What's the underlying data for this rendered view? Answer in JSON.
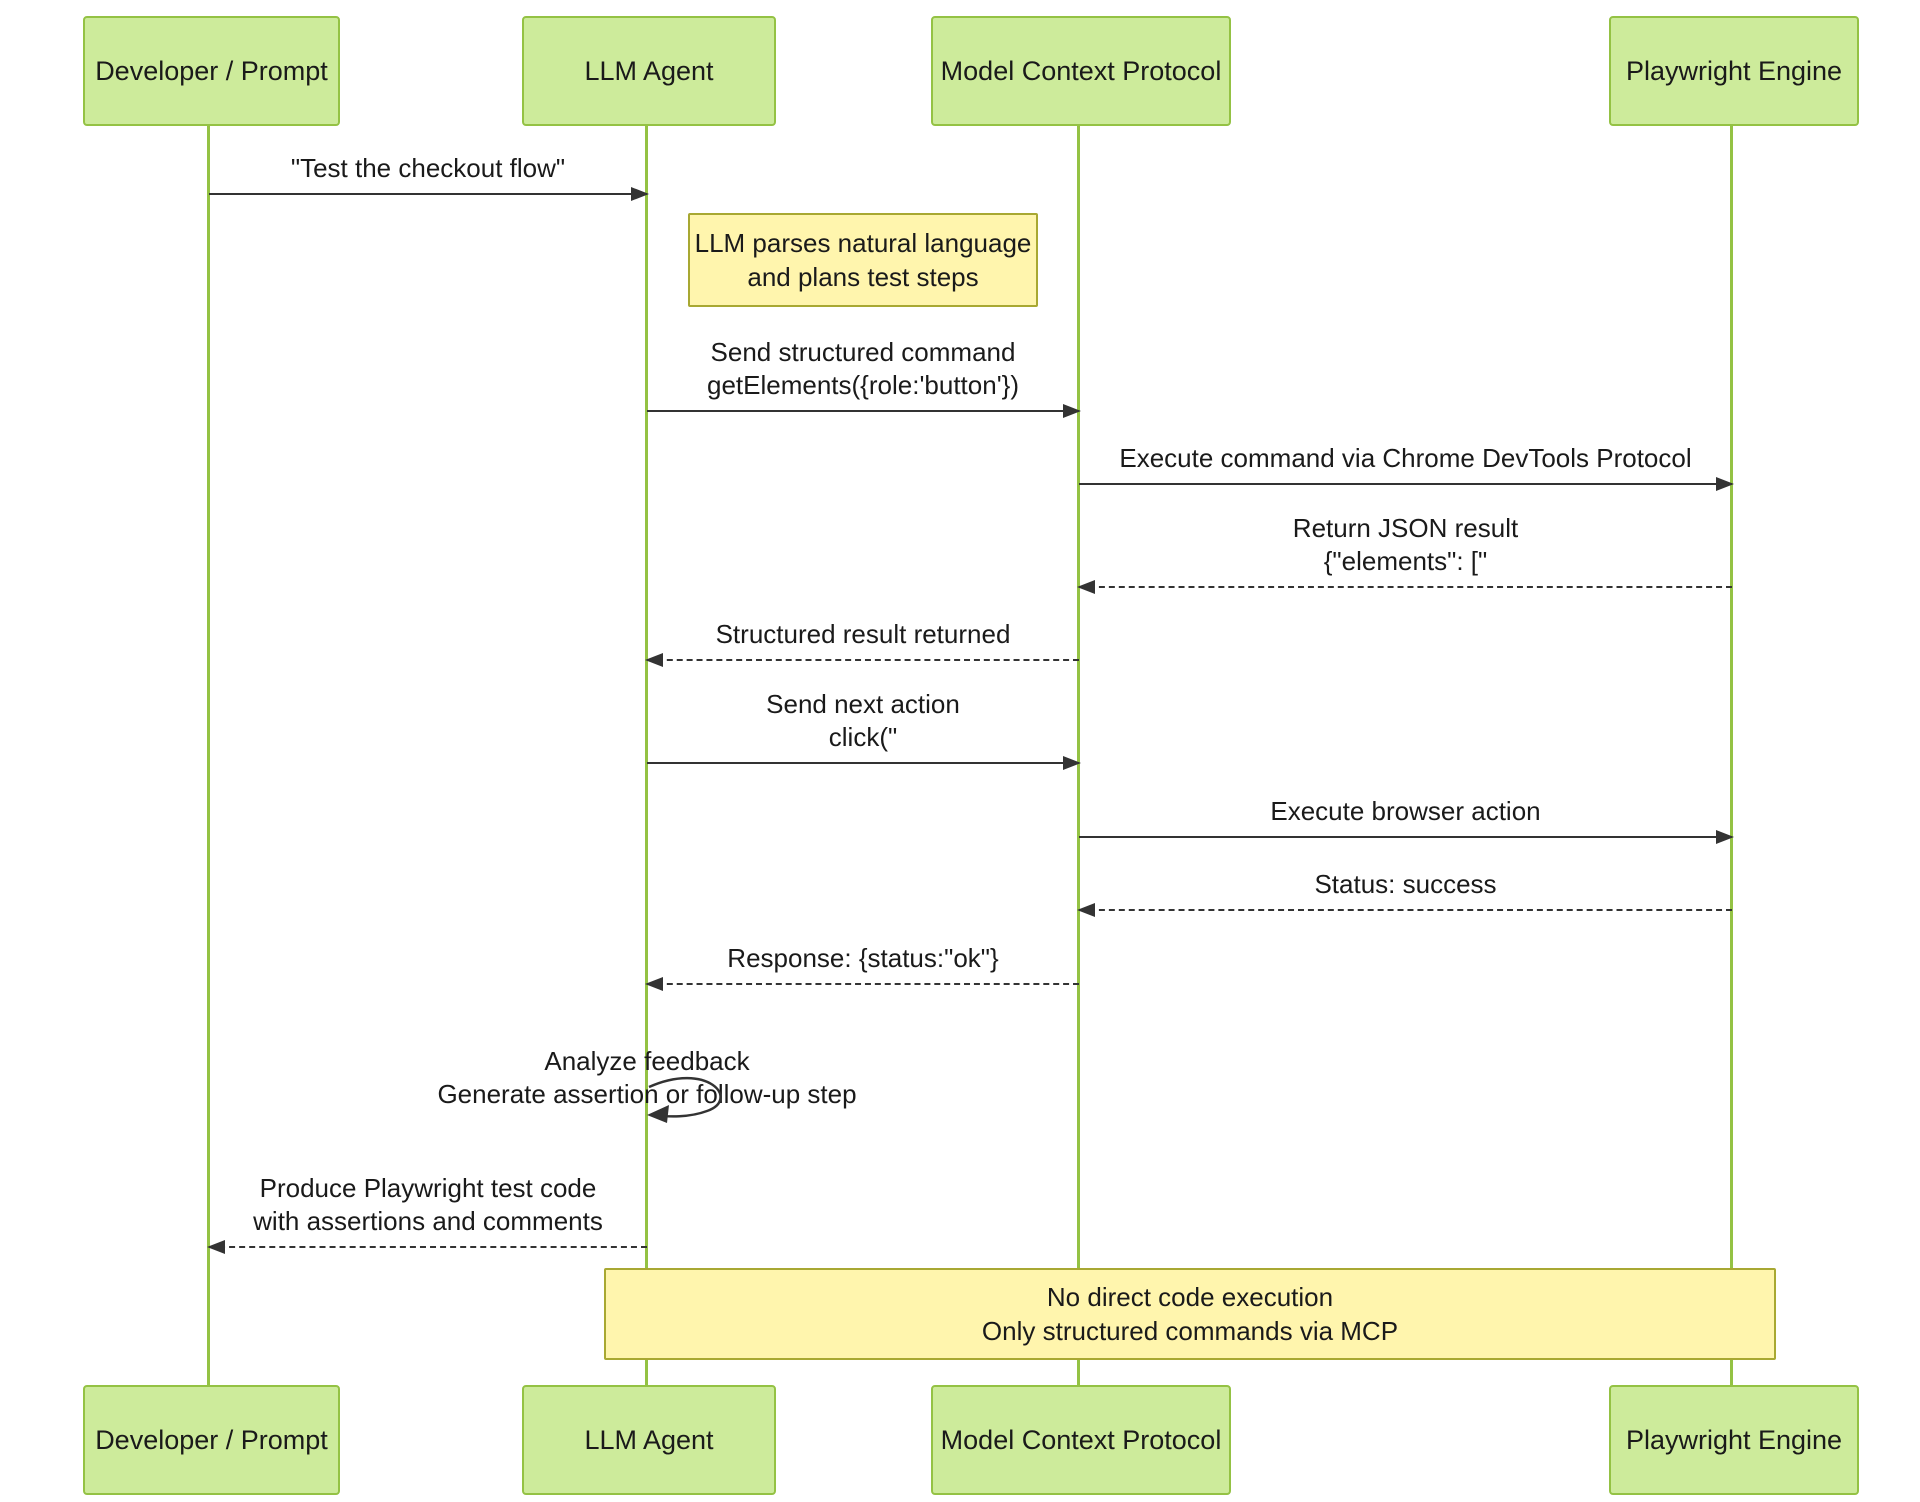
{
  "diagram": {
    "type": "sequence-diagram",
    "actors": [
      {
        "id": "developer",
        "name": "Developer / Prompt"
      },
      {
        "id": "llm",
        "name": "LLM Agent"
      },
      {
        "id": "mcp",
        "name": "Model Context Protocol"
      },
      {
        "id": "playwright",
        "name": "Playwright Engine"
      }
    ],
    "messages": [
      {
        "from": "developer",
        "to": "llm",
        "type": "solid",
        "text": "\"Test the checkout flow\""
      },
      {
        "from": "llm",
        "to": "mcp",
        "type": "solid",
        "text": "Send structured command\ngetElements({role:'button'})"
      },
      {
        "from": "mcp",
        "to": "playwright",
        "type": "solid",
        "text": "Execute command via Chrome DevTools Protocol"
      },
      {
        "from": "playwright",
        "to": "mcp",
        "type": "dashed",
        "text": "Return JSON result\n{\"elements\": [\""
      },
      {
        "from": "mcp",
        "to": "llm",
        "type": "dashed",
        "text": "Structured result returned"
      },
      {
        "from": "llm",
        "to": "mcp",
        "type": "solid",
        "text": "Send next action\nclick(\""
      },
      {
        "from": "mcp",
        "to": "playwright",
        "type": "solid",
        "text": "Execute browser action"
      },
      {
        "from": "playwright",
        "to": "mcp",
        "type": "dashed",
        "text": "Status: success"
      },
      {
        "from": "mcp",
        "to": "llm",
        "type": "dashed",
        "text": "Response: {status:\"ok\"}"
      },
      {
        "from": "llm",
        "to": "llm",
        "type": "self",
        "text": "Analyze feedback\nGenerate assertion or follow-up step"
      },
      {
        "from": "llm",
        "to": "developer",
        "type": "dashed",
        "text": "Produce Playwright test code\nwith assertions and comments"
      }
    ],
    "notes": [
      {
        "over": "llm",
        "text": "LLM parses natural language\nand plans test steps"
      },
      {
        "over": "llm-to-playwright",
        "text": "No direct code execution\nOnly structured commands via MCP"
      }
    ],
    "colors": {
      "actor_fill": "#cdeb9b",
      "actor_border": "#94c244",
      "lifeline": "#94c244",
      "note_fill": "#fff5ad",
      "note_border": "#a8a832",
      "arrow": "#333333",
      "text": "#1a1a1a"
    }
  }
}
